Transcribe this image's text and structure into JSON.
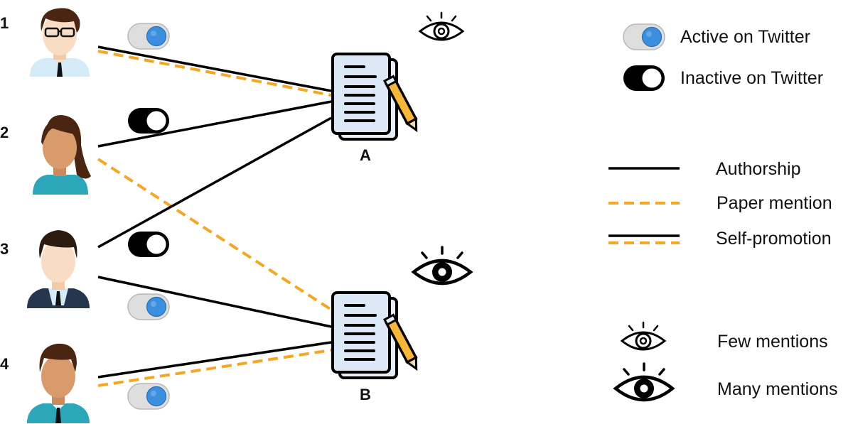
{
  "colors": {
    "authorship": "#000000",
    "mention": "#f5a623",
    "toggle_active_track": "#dedede",
    "toggle_active_knob": "#3b8fde",
    "toggle_inactive_track": "#000000",
    "toggle_inactive_knob": "#ffffff",
    "skin_light": "#f8dcc4",
    "skin_dark": "#d99a6c",
    "shirt_light_blue": "#d5ecf8",
    "shirt_teal": "#2ca7b9",
    "suit_navy": "#26364f"
  },
  "people": [
    {
      "number": "1",
      "icon": "man-glasses-icon",
      "twitter": "active"
    },
    {
      "number": "2",
      "icon": "woman-ponytail-icon",
      "twitter": "inactive"
    },
    {
      "number": "3",
      "icon": "man-suit-icon",
      "twitter": "inactive"
    },
    {
      "number": "4",
      "icon": "man-teal-shirt-icon",
      "twitter": "active"
    }
  ],
  "documents": [
    {
      "label": "A",
      "icon": "document-pencil-icon",
      "mentions": "few"
    },
    {
      "label": "B",
      "icon": "document-pencil-icon",
      "mentions": "many"
    }
  ],
  "edges": [
    {
      "person": "1",
      "doc": "A",
      "kind": "self-promotion"
    },
    {
      "person": "2",
      "doc": "A",
      "kind": "authorship"
    },
    {
      "person": "2",
      "doc": "B",
      "kind": "paper-mention"
    },
    {
      "person": "3",
      "doc": "A",
      "kind": "authorship"
    },
    {
      "person": "3",
      "doc": "B",
      "kind": "authorship"
    },
    {
      "person": "4",
      "doc": "B",
      "kind": "self-promotion"
    }
  ],
  "legend": {
    "active": "Active on Twitter",
    "inactive": "Inactive on Twitter",
    "authorship": "Authorship",
    "paper_mention": "Paper mention",
    "self_promotion": "Self-promotion",
    "few_mentions": "Few mentions",
    "many_mentions": "Many mentions"
  }
}
